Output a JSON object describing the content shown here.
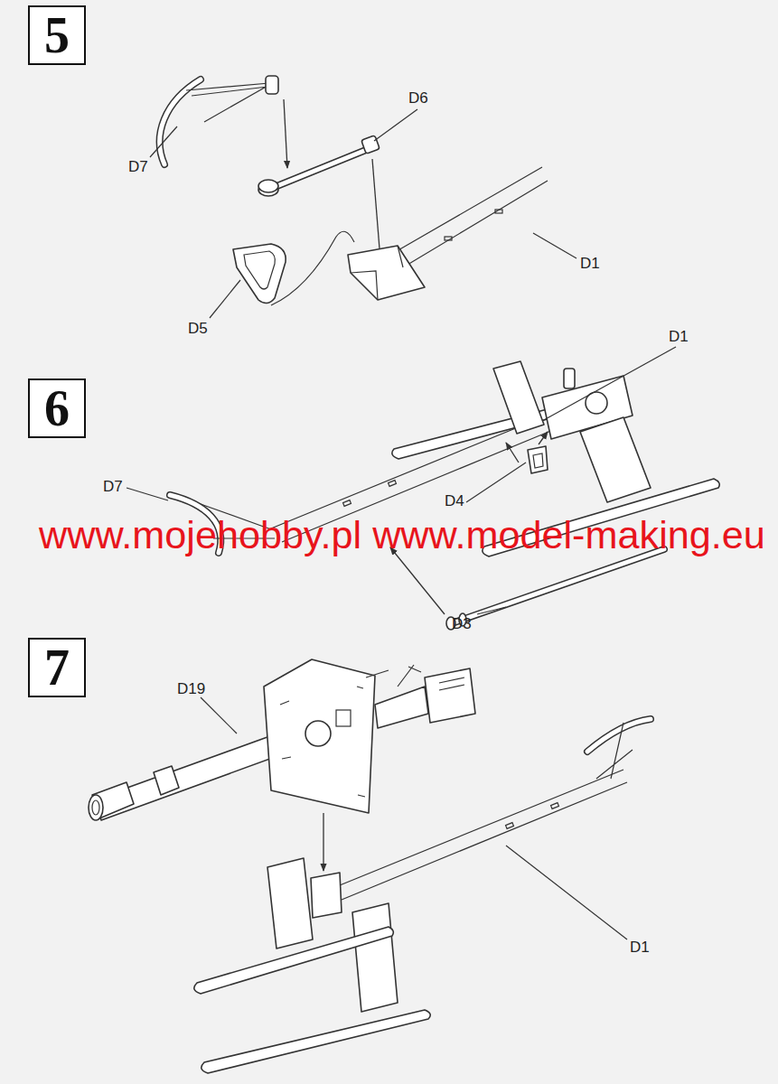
{
  "diagram": {
    "nodes": [
      {
        "text": [
          "5"
        ]
      },
      {
        "text": [
          "6"
        ]
      },
      {
        "text": [
          "7"
        ]
      }
    ],
    "labels": [
      "D7",
      "D6",
      "D1",
      "D5",
      "D1",
      "D7",
      "D4",
      "www.mojehobby.pl www.model-making.eu",
      "D3",
      "D19",
      "D1"
    ]
  }
}
